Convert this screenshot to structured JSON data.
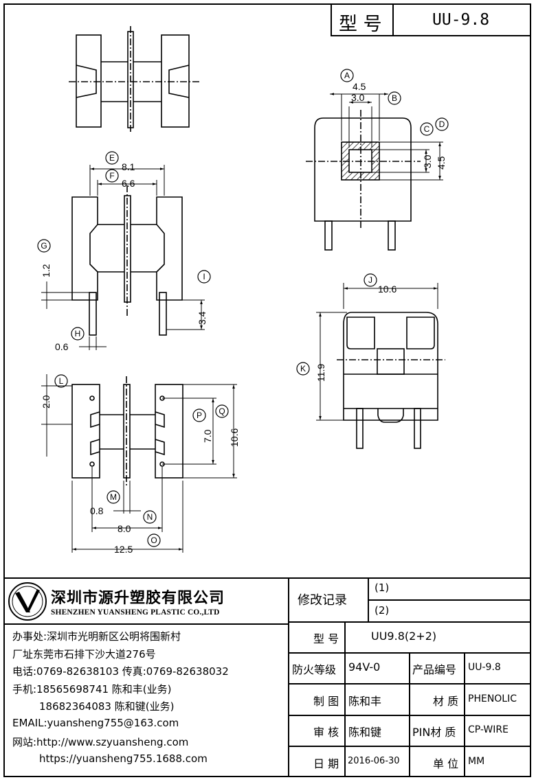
{
  "header": {
    "model_label": "型 号",
    "model_value": "UU-9.8"
  },
  "dimensions": {
    "A": "A",
    "B": "B",
    "C": "C",
    "D": "D",
    "E": "E",
    "F": "F",
    "G": "G",
    "H": "H",
    "I": "I",
    "J": "J",
    "K": "K",
    "L": "L",
    "M": "M",
    "N": "N",
    "O": "O",
    "P": "P",
    "Q": "Q",
    "v_4_5_top": "4.5",
    "v_3_0_top": "3.0",
    "v_3_0_right": "3.0",
    "v_4_5_right": "4.5",
    "v_8_1": "8.1",
    "v_6_6": "6.6",
    "v_1_2": "1.2",
    "v_3_4": "3.4",
    "v_0_6": "0.6",
    "v_10_6_top": "10.6",
    "v_11_9": "11.9",
    "v_2_0": "2.0",
    "v_7_0": "7.0",
    "v_10_6_right": "10.6",
    "v_0_8": "0.8",
    "v_8_0": "8.0",
    "v_12_5": "12.5"
  },
  "company": {
    "name_cn": "深圳市源升塑胶有限公司",
    "name_en": "SHENZHEN YUANSHENG PLASTIC CO.,LTD",
    "office": "办事处:深圳市光明新区公明将围新村",
    "factory": "厂址东莞市石排下沙大道276号",
    "phone": "电话:0769-82638103 传真:0769-82638032",
    "mobile1": "手机:18565698741 陈和丰(业务)",
    "mobile2": "18682364083 陈和键(业务)",
    "email": "EMAIL:yuansheng755@163.com",
    "web1": "网站:http://www.szyuansheng.com",
    "web2": "https://yuansheng755.1688.com"
  },
  "table": {
    "revision_label": "修改记录",
    "rev1": "(1)",
    "rev2": "(2)",
    "model_label": "型 号",
    "model_value": "UU9.8(2+2)",
    "fire_label": "防火等级",
    "fire_value": "94V-0",
    "product_no_label": "产品编号",
    "product_no_value": "UU-9.8",
    "drawer_label": "制 图",
    "drawer_value": "陈和丰",
    "material_label": "材 质",
    "material_value": "PHENOLIC",
    "checker_label": "审 核",
    "checker_value": "陈和键",
    "pin_material_label": "PIN材 质",
    "pin_material_value": "CP-WIRE",
    "date_label": "日 期",
    "date_value": "2016-06-30",
    "unit_label": "单 位",
    "unit_value": "MM"
  }
}
